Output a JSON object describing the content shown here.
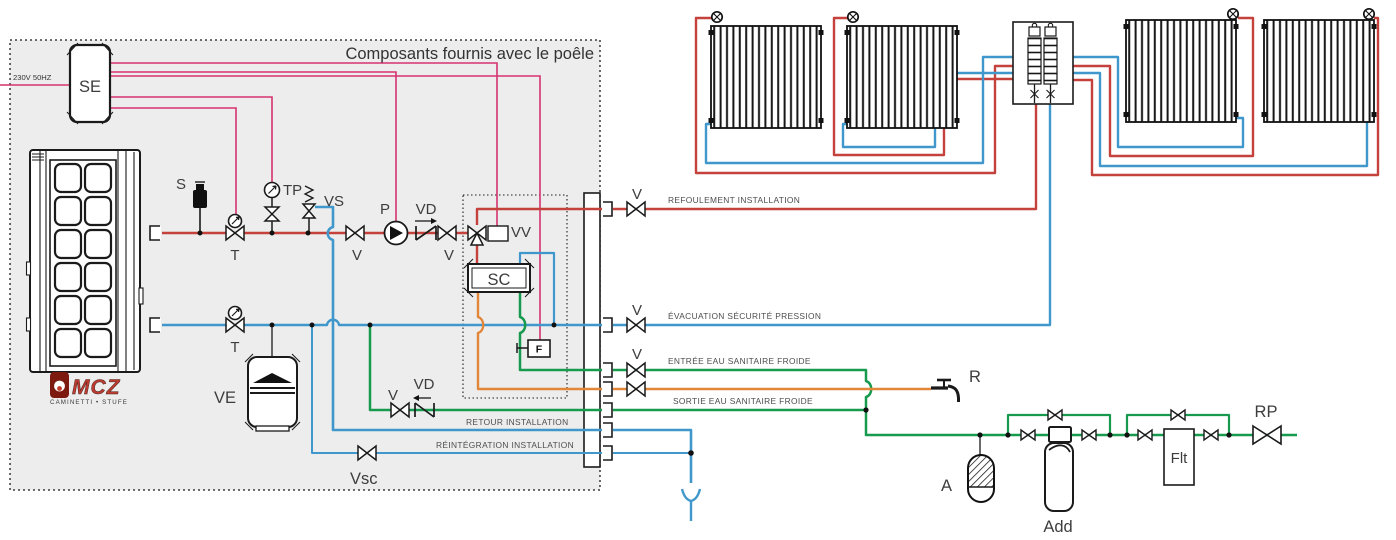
{
  "diagram": {
    "title": "Composants fournis avec le poêle",
    "power_label": "230V 50HZ",
    "brand": {
      "name": "MCZ",
      "tagline": "CAMINETTI • STUFE"
    },
    "components": {
      "se": "SE",
      "s": "S",
      "t_supply": "T",
      "tp": "TP",
      "vs": "VS",
      "v_supply_1": "V",
      "p": "P",
      "vd_supply": "VD",
      "v_supply_2": "V",
      "vv": "VV",
      "sc": "SC",
      "f": "F",
      "t_return": "T",
      "ve": "VE",
      "vsc": "Vsc",
      "v_sanitary": "V",
      "vd_sanitary": "VD",
      "v_refoulement": "V",
      "v_evacuation": "V",
      "v_entree": "V",
      "r_tap": "R",
      "a_vessel": "A",
      "add": "Add",
      "flt": "Flt",
      "rp": "RP"
    },
    "pipe_labels": {
      "refoulement": "REFOULEMENT INSTALLATION",
      "evacuation": "ÉVACUATION SÉCURITÉ PRESSION",
      "entree": "ENTRÉE EAU SANITAIRE FROIDE",
      "sortie": "SORTIE EAU SANITAIRE FROIDE",
      "retour": "RETOUR INSTALLATION",
      "reintegration": "RÉINTÉGRATION INSTALLATION"
    },
    "colors": {
      "hot": "#c4423b",
      "cold": "#4097cb",
      "sanitary": "#17994e",
      "dhw": "#e2873a",
      "electric": "#d6336e",
      "panel": "#ededed",
      "ink": "#1a1a1a"
    }
  }
}
